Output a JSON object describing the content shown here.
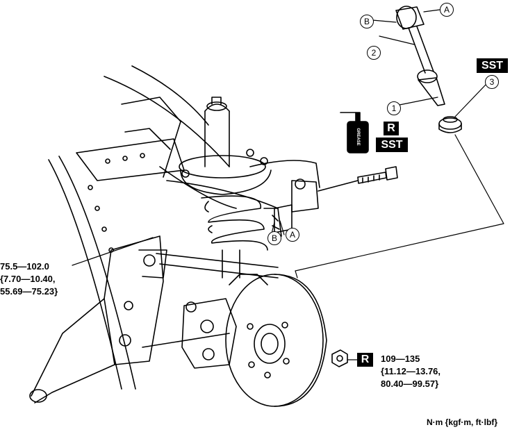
{
  "figure": {
    "title": "Rear suspension upper link installation diagram",
    "units_note": "N·m {kgf·m, ft·lbf}"
  },
  "callouts": {
    "part_1": "1",
    "part_2": "2",
    "part_3": "3",
    "point_a_top": "A",
    "point_b_top": "B",
    "point_a_mount": "A",
    "point_b_mount": "B"
  },
  "badges": {
    "sst_top": "SST",
    "r_grease": "R",
    "sst_grease": "SST",
    "r_nut": "R",
    "grease_can": "GREASE"
  },
  "torque_left": {
    "line1": "75.5—102.0",
    "line2": "{7.70—10.40,",
    "line3": "55.69—75.23}"
  },
  "torque_right": {
    "line1": "109—135",
    "line2": "{11.12—13.76,",
    "line3": "80.40—99.57}"
  },
  "colors": {
    "ink": "#000000",
    "paper": "#ffffff"
  }
}
